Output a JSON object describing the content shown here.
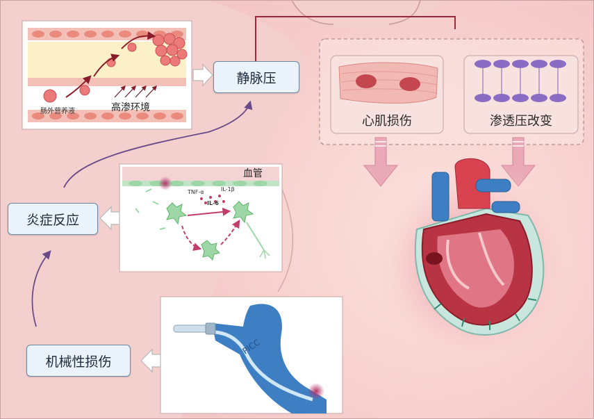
{
  "labels": {
    "venous_pressure": "静脉压",
    "inflammation": "炎症反应",
    "mechanical_injury": "机械性损伤",
    "myocardial_injury": "心肌损伤",
    "osmotic_change": "渗透压改变"
  },
  "panel_texts": {
    "parenteral_nutrition": "肠外营养液",
    "hyperosmotic_env": "高渗环境",
    "blood_vessel": "血管",
    "tnf_alpha": "TNF-α",
    "il_1b": "IL-1β",
    "il_6": "IL-6",
    "picc": "PICC"
  },
  "colors": {
    "label_border": "#6a87a8",
    "label_fill": "#eaf3fb",
    "arrow_purple": "#6b4a8a",
    "arrow_pink": "#e9a9b7",
    "vessel_blue": "#3e7fc4"
  }
}
